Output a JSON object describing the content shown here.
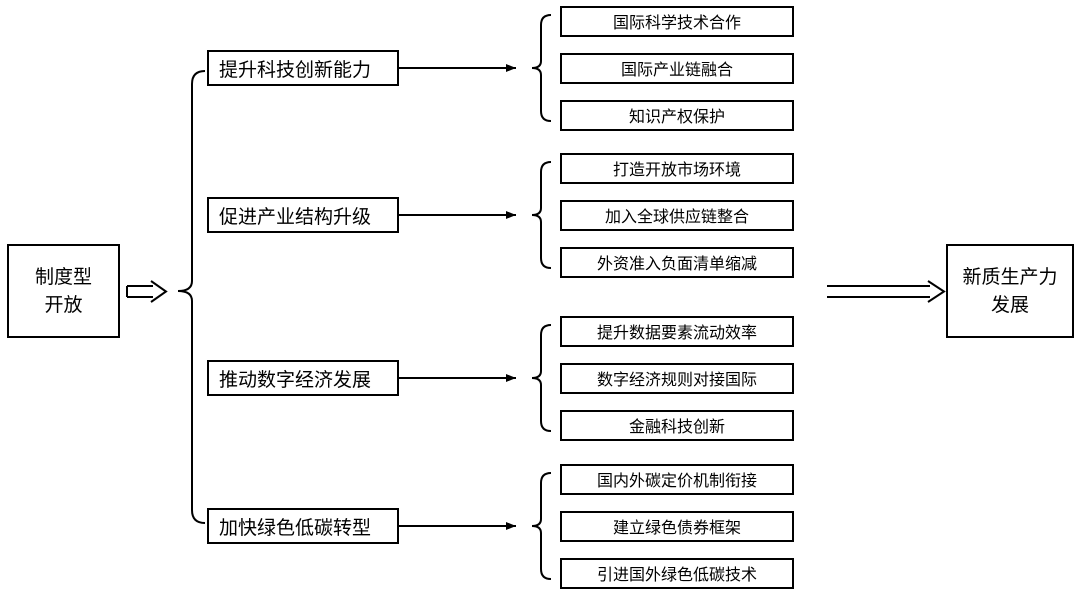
{
  "source": {
    "line1": "制度型",
    "line2": "开放"
  },
  "target": {
    "line1": "新质生产力",
    "line2": "发展"
  },
  "branches": [
    {
      "label": "提升科技创新能力",
      "items": [
        "国际科学技术合作",
        "国际产业链融合",
        "知识产权保护"
      ]
    },
    {
      "label": "促进产业结构升级",
      "items": [
        "打造开放市场环境",
        "加入全球供应链整合",
        "外资准入负面清单缩减"
      ]
    },
    {
      "label": "推动数字经济发展",
      "items": [
        "提升数据要素流动效率",
        "数字经济规则对接国际",
        "金融科技创新"
      ]
    },
    {
      "label": "加快绿色低碳转型",
      "items": [
        "国内外碳定价机制衔接",
        "建立绿色债券框架",
        "引进国外绿色低碳技术"
      ]
    }
  ]
}
